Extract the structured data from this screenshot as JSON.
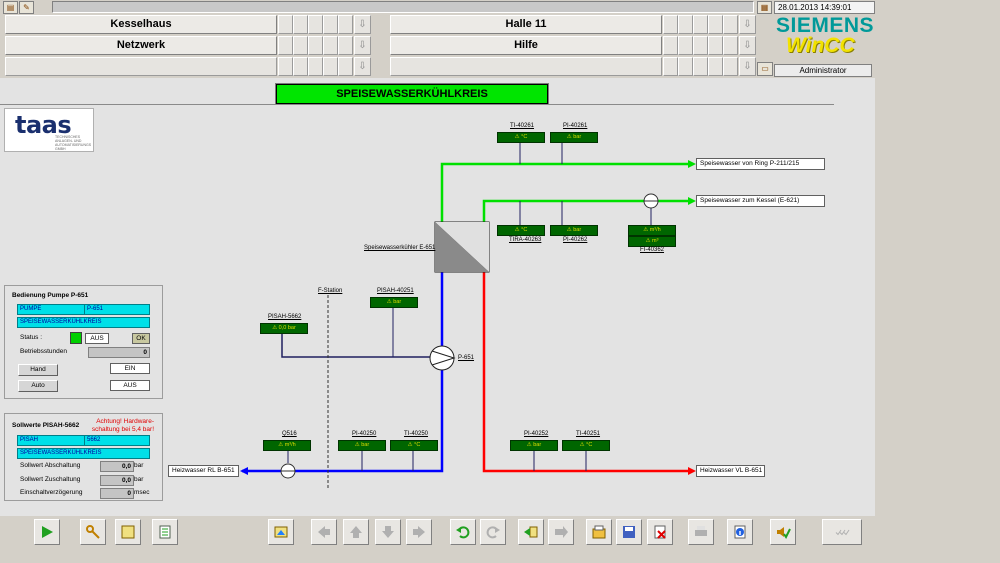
{
  "header": {
    "datetime": "28.01.2013 14:39:01",
    "nav": [
      "Kesselhaus",
      "Halle 11",
      "Netzwerk",
      "Hilfe"
    ],
    "brand1": "SIEMENS",
    "brand2": "WinCC",
    "user": "Administrator"
  },
  "title": "SPEISEWASSERKÜHLKREIS",
  "logo": {
    "text": "taas",
    "subtext": "TECHNISCHES ANLAGEN- UND AUTOMATISIERUNGS GMBH"
  },
  "pipes_labels": {
    "supply_in": "Speisewasser von Ring P-211/215",
    "supply_out": "Speisewasser zum Kessel (E-621)",
    "heat_in": "Heizwasser RL B-651",
    "heat_out": "Heizwasser VL B-651",
    "exchanger": "Speisewasserkühler E-651",
    "fstation": "F-Station",
    "pump": "P-651"
  },
  "tags": {
    "ti40261": "TI-40261",
    "pi40261": "PI-40261",
    "tira40263": "TIRA-40263",
    "pi40262": "PI-40262",
    "fi40362": "FI-40362",
    "pisah40251": "PISAH-40251",
    "pisah5662": "PISAH-5662",
    "q516": "Q516",
    "pi40250": "PI-40250",
    "ti40250": "TI-40250",
    "pi40252": "PI-40252",
    "ti40251": "TI-40251"
  },
  "values": {
    "ti40261": "⚠ °C",
    "pi40261": "⚠ bar",
    "tira40263": "⚠ °C",
    "pi40262": "⚠ bar",
    "fi40362a": "⚠ m³/h",
    "fi40362b": "⚠ m³",
    "pisah40251": "⚠ bar",
    "pisah5662": "⚠ 0,0 bar",
    "q516": "⚠ m³/h",
    "pi40250": "⚠ bar",
    "ti40250": "⚠ °C",
    "pi40252": "⚠ bar",
    "ti40251": "⚠ °C"
  },
  "pump_panel": {
    "title": "Bedienung Pumpe P-651",
    "row1_a": "PUMPE",
    "row1_b": "P-651",
    "row2": "SPEISEWASSERKÜHLKREIS",
    "status_label": "Status :",
    "status_value": "AUS",
    "ok": "OK",
    "hours_label": "Betriebsstunden",
    "hours_value": "0",
    "hand": "Hand",
    "ein": "EIN",
    "auto": "Auto",
    "aus": "AUS"
  },
  "setpoint_panel": {
    "title": "Sollwerte PISAH-5662",
    "warning": "Achtung! Hardware-schaltung bei 5,4 bar!",
    "row1_a": "PISAH",
    "row1_b": "5662",
    "row2": "SPEISEWASSERKÜHLKREIS",
    "off_label": "Sollwert Abschaltung",
    "off_value": "0,0",
    "on_label": "Sollwert Zuschaltung",
    "on_value": "0,0",
    "delay_label": "Einschaltverzögerung",
    "delay_value": "0",
    "unit_bar": "bar",
    "unit_ms": "msec"
  },
  "colors": {
    "green_pipe": "#00e000",
    "blue_pipe": "#0000ff",
    "red_pipe": "#ff0000",
    "title_bg": "#00e500"
  }
}
